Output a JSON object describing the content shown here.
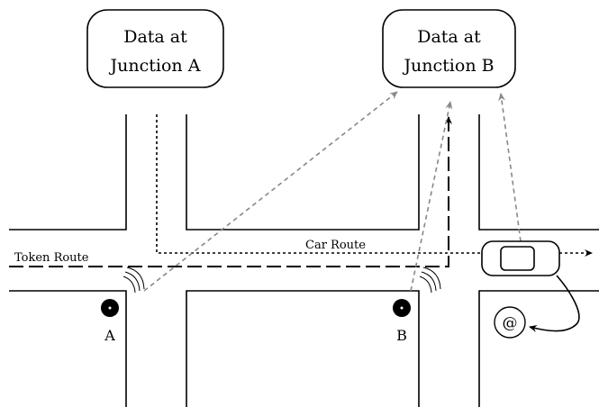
{
  "boxes": {
    "junction_a": {
      "line1": "Data at",
      "line2": "Junction A"
    },
    "junction_b": {
      "line1": "Data at",
      "line2": "Junction B"
    }
  },
  "routes": {
    "token": "Token Route",
    "car": "Car Route"
  },
  "nodes": {
    "a": "A",
    "b": "B",
    "at_symbol": "@"
  }
}
